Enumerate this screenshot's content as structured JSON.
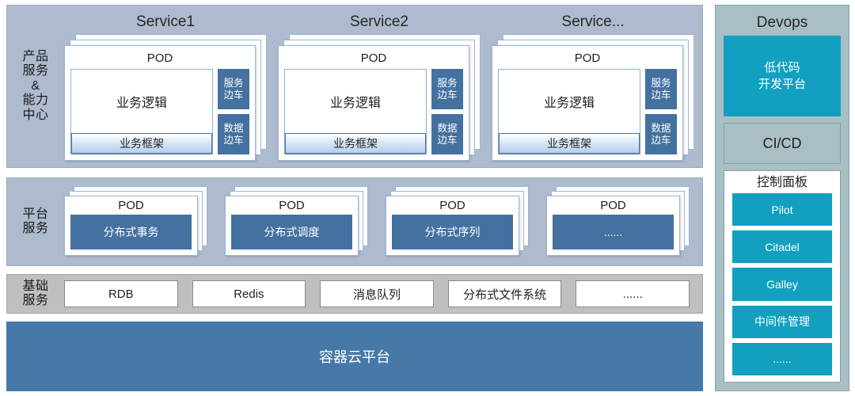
{
  "layers": {
    "product": {
      "label": "产品\n服务\n&\n能力\n中心",
      "label_lines": [
        "产品",
        "服务",
        "&",
        "能力",
        "中心"
      ],
      "services": [
        {
          "title": "Service1",
          "pod_label": "POD",
          "business_logic": "业务逻辑",
          "business_framework": "业务框架",
          "sidecars": [
            "服务\n边车",
            "数据\n边车"
          ],
          "sidecar_labels": [
            [
              "服务",
              "边车"
            ],
            [
              "数据",
              "边车"
            ]
          ]
        },
        {
          "title": "Service2",
          "pod_label": "POD",
          "business_logic": "业务逻辑",
          "business_framework": "业务框架",
          "sidecar_labels": [
            [
              "服务",
              "边车"
            ],
            [
              "数据",
              "边车"
            ]
          ]
        },
        {
          "title": "Service...",
          "pod_label": "POD",
          "business_logic": "业务逻辑",
          "business_framework": "业务框架",
          "sidecar_labels": [
            [
              "服务",
              "边车"
            ],
            [
              "数据",
              "边车"
            ]
          ]
        }
      ]
    },
    "platform": {
      "label_lines": [
        "平台",
        "服务"
      ],
      "pods": [
        {
          "pod_label": "POD",
          "name": "分布式事务"
        },
        {
          "pod_label": "POD",
          "name": "分布式调度"
        },
        {
          "pod_label": "POD",
          "name": "分布式序列"
        },
        {
          "pod_label": "POD",
          "name": "......"
        }
      ]
    },
    "infrastructure": {
      "label_lines": [
        "基础",
        "服务"
      ],
      "items": [
        "RDB",
        "Redis",
        "消息队列",
        "分布式文件系统",
        "......"
      ]
    },
    "container_platform": {
      "label": "容器云平台"
    }
  },
  "devops": {
    "title": "Devops",
    "lowcode_lines": [
      "低代码",
      "开发平台"
    ],
    "cicd_label": "CI/CD",
    "control_panel": {
      "title": "控制面板",
      "buttons": [
        "Pilot",
        "Citadel",
        "Galley",
        "中间件管理",
        "......"
      ]
    }
  },
  "colors": {
    "band_blue_gray": "#aebbcf",
    "band_gray": "#bfbfbf",
    "deep_blue": "#44719f",
    "container_blue": "#4678a8",
    "devops_bg": "#a9bfc4",
    "cyan": "#129fc0",
    "card_border": "#9ab5d6"
  }
}
